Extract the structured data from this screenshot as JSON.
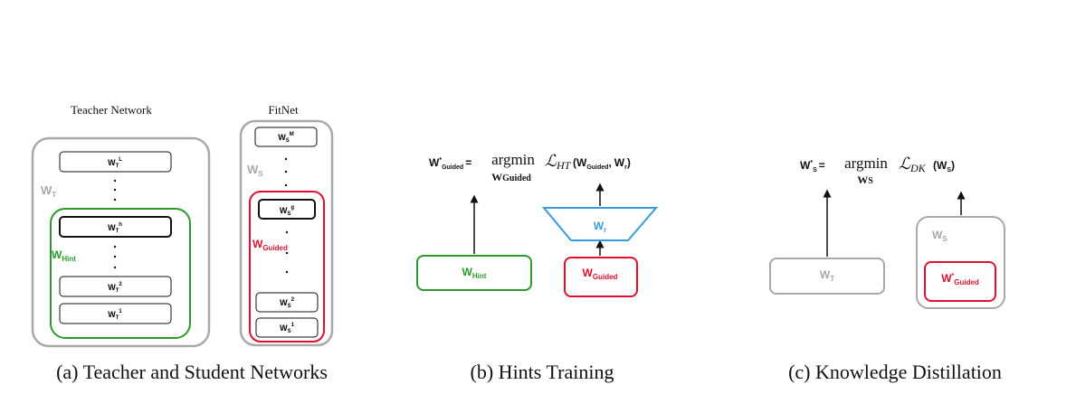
{
  "colors": {
    "gray": "#a9a9a9",
    "green": "#2a9a2a",
    "red": "#e0102e",
    "blue": "#3b9be0",
    "black": "#111111"
  },
  "panel_a": {
    "caption": "(a) Teacher and Student Networks",
    "teacher_title": "Teacher Network",
    "fitnet_title": "FitNet",
    "teacher_group_label": {
      "base": "W",
      "sub": "T"
    },
    "hint_group_label": {
      "base": "W",
      "sub": "Hint"
    },
    "student_group_label": {
      "base": "W",
      "sub": "S"
    },
    "guided_group_label": {
      "base": "W",
      "sub": "Guided"
    },
    "teacher_layers": [
      {
        "base": "W",
        "sub": "T",
        "sup": "L"
      },
      {
        "base": "W",
        "sub": "T",
        "sup": "h"
      },
      {
        "base": "W",
        "sub": "T",
        "sup": "2"
      },
      {
        "base": "W",
        "sub": "T",
        "sup": "1"
      }
    ],
    "student_layers": [
      {
        "base": "W",
        "sub": "S",
        "sup": "M"
      },
      {
        "base": "W",
        "sub": "S",
        "sup": "g"
      },
      {
        "base": "W",
        "sub": "S",
        "sup": "2"
      },
      {
        "base": "W",
        "sub": "S",
        "sup": "1"
      }
    ]
  },
  "panel_b": {
    "caption": "(b) Hints Training",
    "equation": {
      "lhs_base": "W",
      "lhs_star": "*",
      "lhs_sub": "Guided",
      "eq": "=",
      "argmin": "argmin",
      "argmin_var": "W",
      "argmin_var_sub": "Guided",
      "loss": "ℒ",
      "loss_sub": "HT",
      "args_open": "(",
      "arg1_base": "W",
      "arg1_sub": "Guided",
      "comma": ",",
      "arg2_base": "W",
      "arg2_sub": "r",
      "args_close": ")"
    },
    "hint_box": {
      "base": "W",
      "sub": "Hint"
    },
    "regressor": {
      "base": "W",
      "sub": "r"
    },
    "guided_box": {
      "base": "W",
      "sub": "Guided"
    }
  },
  "panel_c": {
    "caption": "(c) Knowledge Distillation",
    "equation": {
      "lhs_base": "W",
      "lhs_star": "*",
      "lhs_sub": "S",
      "eq": "=",
      "argmin": "argmin",
      "argmin_var": "W",
      "argmin_var_sub": "S",
      "loss": "ℒ",
      "loss_sub": "DK",
      "args_open": "(",
      "arg_base": "W",
      "arg_sub": "S",
      "args_close": ")"
    },
    "teacher_box": {
      "base": "W",
      "sub": "T"
    },
    "student_group_label": {
      "base": "W",
      "sub": "S"
    },
    "guided_box": {
      "base": "W",
      "star": "*",
      "sub": "Guided"
    }
  }
}
